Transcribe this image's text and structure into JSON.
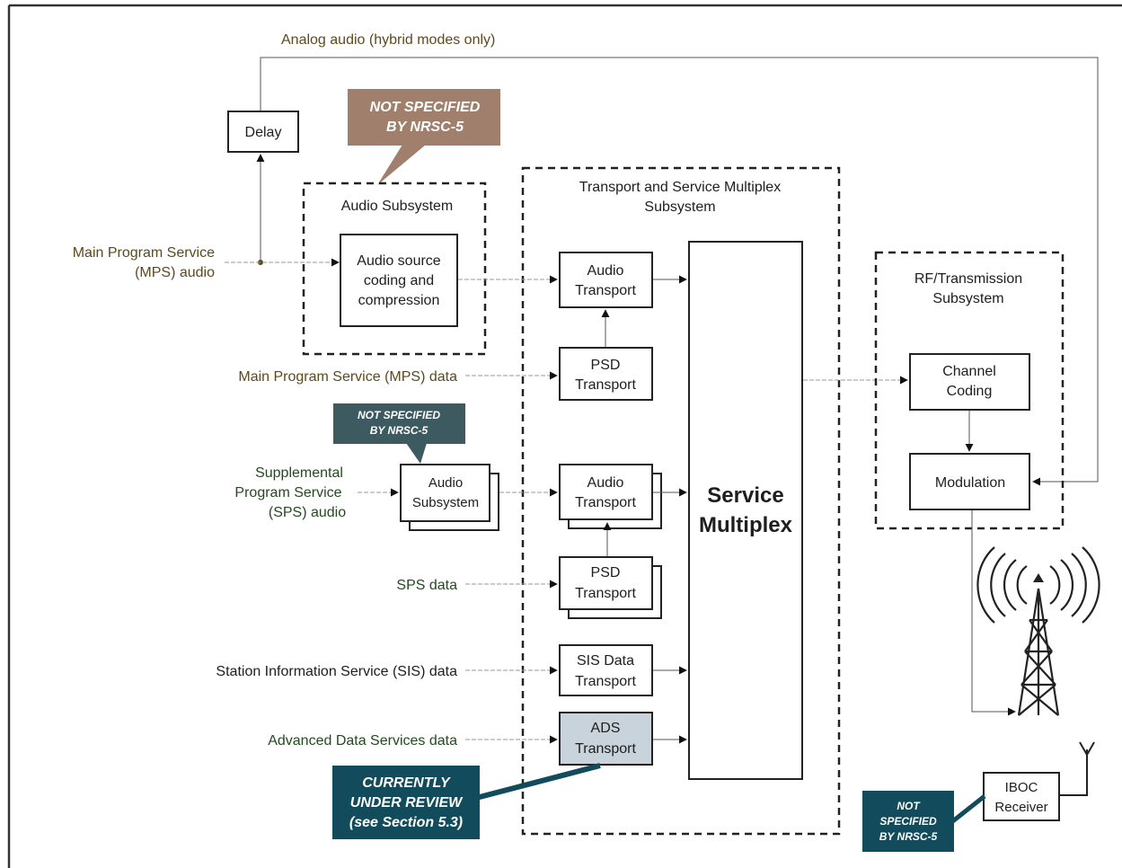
{
  "analog_audio_label": "Analog audio (hybrid modes only)",
  "delay": "Delay",
  "not_specified_top": [
    "NOT SPECIFIED",
    "BY NRSC-5"
  ],
  "not_specified_sps": [
    "NOT SPECIFIED",
    "BY NRSC-5"
  ],
  "not_specified_receiver": [
    "NOT",
    "SPECIFIED",
    "BY NRSC-5"
  ],
  "currently_under_review": [
    "CURRENTLY",
    "UNDER REVIEW",
    "(see Section 5.3)"
  ],
  "audio_subsystem_title": "Audio Subsystem",
  "audio_source_coding": [
    "Audio source",
    "coding and",
    "compression"
  ],
  "transport_mux_title": [
    "Transport and Service Multiplex",
    "Subsystem"
  ],
  "rf_title": [
    "RF/Transmission",
    "Subsystem"
  ],
  "inputs": {
    "mps_audio": [
      "Main Program Service",
      "(MPS) audio"
    ],
    "mps_data": "Main Program Service (MPS) data",
    "sps_audio": [
      "Supplemental",
      "Program Service",
      "(SPS) audio"
    ],
    "sps_data": "SPS data",
    "sis_data": "Station Information Service (SIS) data",
    "ads_data": "Advanced Data Services data"
  },
  "sps_audio_subsystem": [
    "Audio",
    "Subsystem"
  ],
  "transports": {
    "mps_audio": [
      "Audio",
      "Transport"
    ],
    "mps_psd": [
      "PSD",
      "Transport"
    ],
    "sps_audio": [
      "Audio",
      "Transport"
    ],
    "sps_psd": [
      "PSD",
      "Transport"
    ],
    "sis": [
      "SIS Data",
      "Transport"
    ],
    "ads": [
      "ADS",
      "Transport"
    ]
  },
  "service_multiplex": [
    "Service",
    "Multiplex"
  ],
  "channel_coding": [
    "Channel",
    "Coding"
  ],
  "modulation": "Modulation",
  "iboc_receiver": [
    "IBOC",
    "Receiver"
  ],
  "colors": {
    "olive_label": "#5c4a1c",
    "green_label": "#234a1e",
    "callout_brown": "#a07f6c",
    "callout_teal": "#3c5a5f",
    "callout_blue": "#124c5c",
    "ads_fill": "#c9d3db"
  }
}
